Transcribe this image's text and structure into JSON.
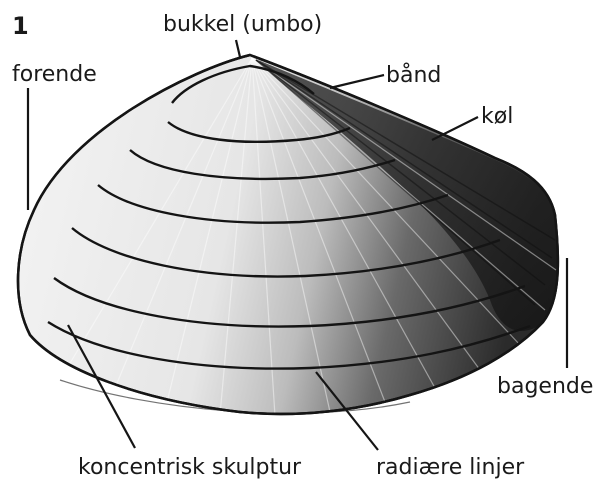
{
  "figure": {
    "number": "1",
    "labels": {
      "umbo": "bukkel (umbo)",
      "front": "forende",
      "ligament": "bånd",
      "keel": "køl",
      "back": "bagende",
      "concentric": "koncentrisk skulptur",
      "radial": "radiære linjer"
    },
    "colors": {
      "outline": "#151515",
      "shell_light": "#f2f2f2",
      "shell_mid": "#bdbdbd",
      "shell_dark": "#3a3a3a"
    }
  }
}
